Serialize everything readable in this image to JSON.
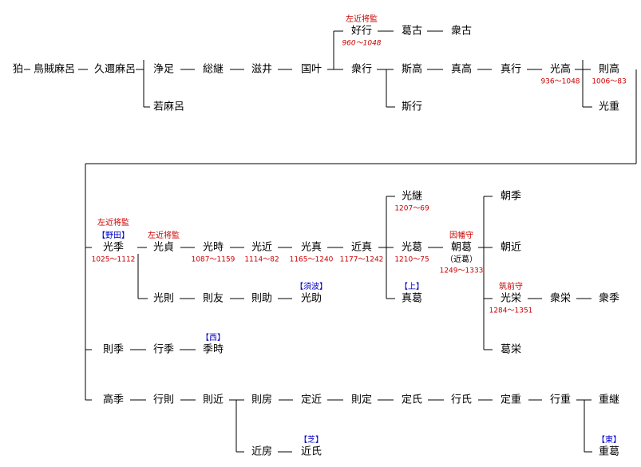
{
  "people": [
    {
      "id": "p0",
      "name": "狛"
    },
    {
      "id": "p1",
      "name": "鳥賊麻呂"
    },
    {
      "id": "p2",
      "name": "久邇麻呂"
    },
    {
      "id": "p3",
      "name": "浄足"
    },
    {
      "id": "p4",
      "name": "総継"
    },
    {
      "id": "p5",
      "name": "滋井"
    },
    {
      "id": "p6",
      "name": "国叶"
    },
    {
      "id": "p7",
      "name": "衆行"
    },
    {
      "id": "p8",
      "name": "若麻呂"
    },
    {
      "id": "p9",
      "name": "好行",
      "title": "左近将監",
      "years": "960～1048",
      "years_italic": true
    },
    {
      "id": "p10",
      "name": "葛古"
    },
    {
      "id": "p11",
      "name": "衆古"
    },
    {
      "id": "p12",
      "name": "斯高"
    },
    {
      "id": "p13",
      "name": "真高"
    },
    {
      "id": "p14",
      "name": "真行"
    },
    {
      "id": "p15",
      "name": "光高",
      "years": "936～1048"
    },
    {
      "id": "p16",
      "name": "則高",
      "years": "1006～83"
    },
    {
      "id": "p17",
      "name": "斯行"
    },
    {
      "id": "p18",
      "name": "光重"
    },
    {
      "id": "p19",
      "name": "光季",
      "title": "左近将監",
      "branch": "【野田】",
      "years": "1025～1112"
    },
    {
      "id": "p20",
      "name": "光貞",
      "title": "左近将監"
    },
    {
      "id": "p21",
      "name": "光時",
      "years": "1087～1159"
    },
    {
      "id": "p22",
      "name": "光近",
      "years": "1114～82"
    },
    {
      "id": "p23",
      "name": "光真",
      "years": "1165～1240"
    },
    {
      "id": "p24",
      "name": "近真",
      "years": "1177～1242"
    },
    {
      "id": "p25",
      "name": "光葛",
      "years": "1210～75"
    },
    {
      "id": "p26",
      "name": "朝葛",
      "title": "因幡守",
      "note": "（近葛）",
      "years": "1249～1333"
    },
    {
      "id": "p27",
      "name": "光継",
      "years": "1207～69"
    },
    {
      "id": "p28",
      "name": "真葛",
      "branch": "【上】"
    },
    {
      "id": "p29",
      "name": "朝季"
    },
    {
      "id": "p30",
      "name": "朝近"
    },
    {
      "id": "p31",
      "name": "光栄",
      "title": "筑前守",
      "years": "1284～1351"
    },
    {
      "id": "p32",
      "name": "葛栄"
    },
    {
      "id": "p33",
      "name": "衆栄"
    },
    {
      "id": "p34",
      "name": "衆季"
    },
    {
      "id": "p35",
      "name": "光則"
    },
    {
      "id": "p36",
      "name": "則友"
    },
    {
      "id": "p37",
      "name": "則助"
    },
    {
      "id": "p38",
      "name": "光助",
      "branch": "【須波】"
    },
    {
      "id": "p39",
      "name": "則季"
    },
    {
      "id": "p40",
      "name": "行季"
    },
    {
      "id": "p41",
      "name": "季時",
      "branch": "【西】"
    },
    {
      "id": "p42",
      "name": "高季"
    },
    {
      "id": "p43",
      "name": "行則"
    },
    {
      "id": "p44",
      "name": "則近"
    },
    {
      "id": "p45",
      "name": "則房"
    },
    {
      "id": "p46",
      "name": "定近"
    },
    {
      "id": "p47",
      "name": "則定"
    },
    {
      "id": "p48",
      "name": "定氏"
    },
    {
      "id": "p49",
      "name": "行氏"
    },
    {
      "id": "p50",
      "name": "定重"
    },
    {
      "id": "p51",
      "name": "行重"
    },
    {
      "id": "p52",
      "name": "重継"
    },
    {
      "id": "p53",
      "name": "重葛",
      "branch": "【東】"
    },
    {
      "id": "p54",
      "name": "近房"
    },
    {
      "id": "p55",
      "name": "近氏",
      "branch": "【芝】"
    }
  ],
  "colors": {
    "line": "#000000",
    "name": "#000000",
    "official_title": "#cc0000",
    "years": "#cc0000",
    "branch": "#0000cc"
  }
}
